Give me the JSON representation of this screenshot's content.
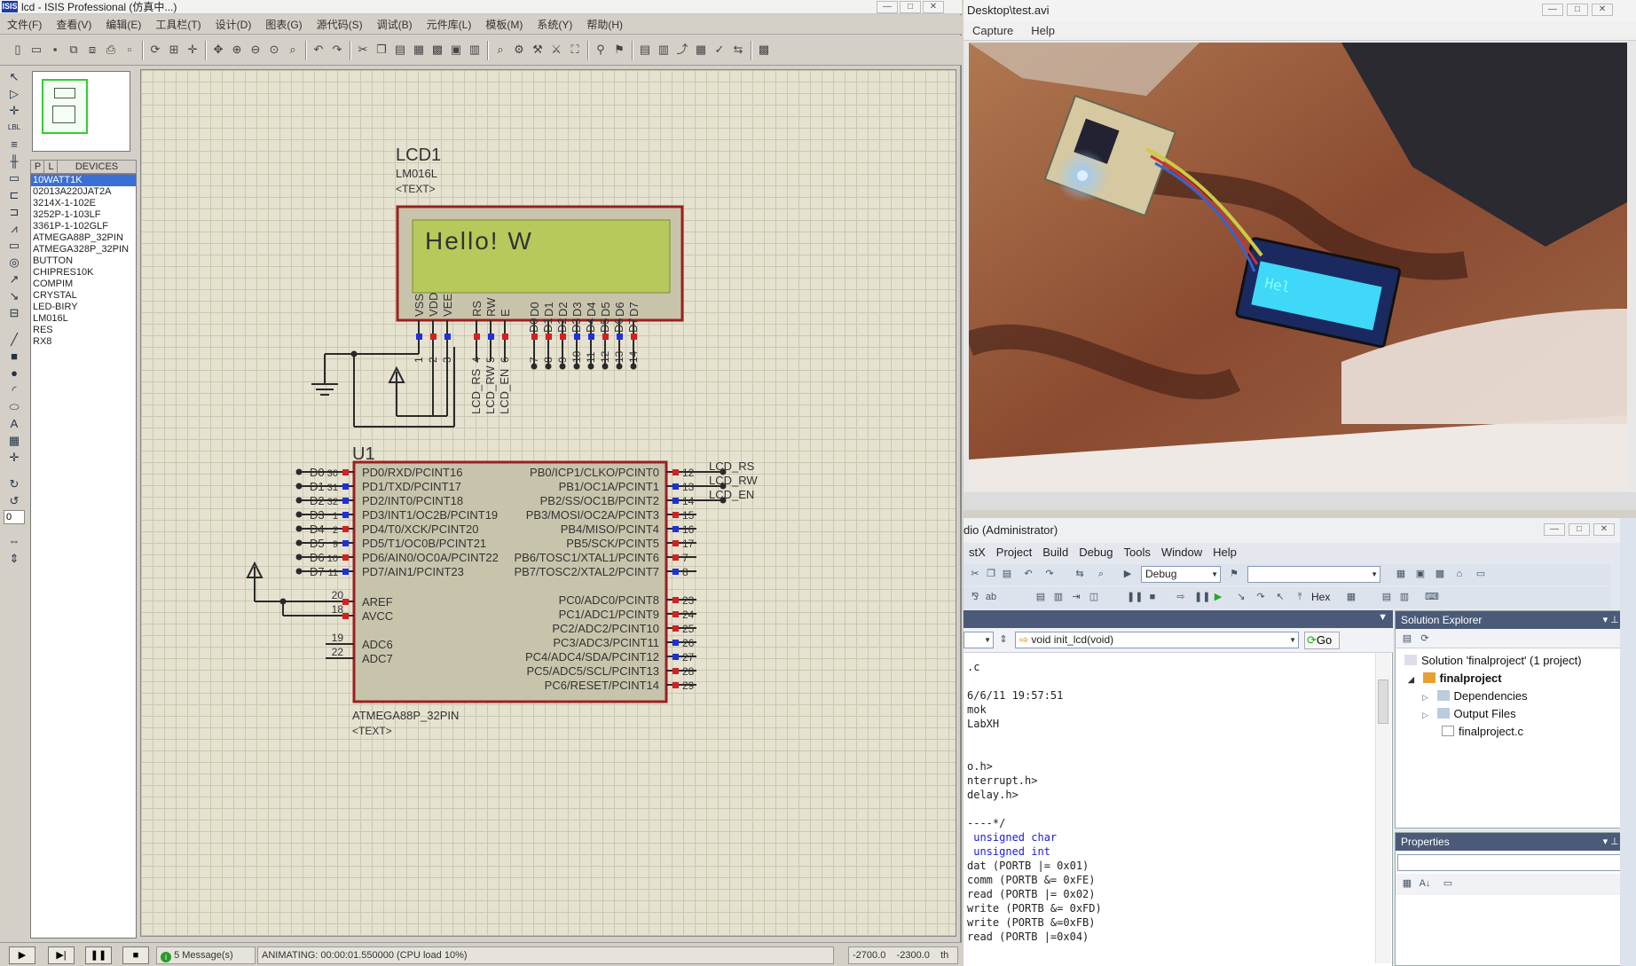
{
  "isis": {
    "title": "lcd - ISIS Professional (仿真中...)",
    "menu": [
      "文件(F)",
      "查看(V)",
      "编辑(E)",
      "工具栏(T)",
      "设计(D)",
      "图表(G)",
      "源代码(S)",
      "调试(B)",
      "元件库(L)",
      "模板(M)",
      "系统(Y)",
      "帮助(H)"
    ],
    "device_tabs": {
      "p": "P",
      "l": "L",
      "devices": "DEVICES"
    },
    "devices": [
      "10WATT1K",
      "02013A220JAT2A",
      "3214X-1-102E",
      "3252P-1-103LF",
      "3361P-1-102GLF",
      "ATMEGA88P_32PIN",
      "ATMEGA328P_32PIN",
      "BUTTON",
      "CHIPRES10K",
      "COMPIM",
      "CRYSTAL",
      "LED-BIRY",
      "LM016L",
      "RES",
      "RX8"
    ],
    "rotation_value": "0",
    "status": {
      "messages": "5 Message(s)",
      "animating": "ANIMATING: 00:00:01.550000 (CPU load 10%)",
      "coord_x": "-2700.0",
      "coord_y": "-2300.0",
      "unit": "th"
    },
    "schematic": {
      "lcd_ref": "LCD1",
      "lcd_part": "LM016L",
      "lcd_text_placeholder": "<TEXT>",
      "lcd_display": "Hello! W",
      "lcd_pins": [
        "VSS",
        "VDD",
        "VEE",
        "RS",
        "RW",
        "E",
        "D0",
        "D1",
        "D2",
        "D3",
        "D4",
        "D5",
        "D6",
        "D7"
      ],
      "lcd_pin_nums": [
        "1",
        "2",
        "3",
        "4",
        "5",
        "6",
        "7",
        "8",
        "9",
        "10",
        "11",
        "12",
        "13",
        "14"
      ],
      "lcd_nets": [
        "LCD_RS",
        "LCD_RW",
        "LCD_EN",
        "D0",
        "D1",
        "D2",
        "D3",
        "D4",
        "D5",
        "D6",
        "D7"
      ],
      "mcu_ref": "U1",
      "mcu_part": "ATMEGA88P_32PIN",
      "mcu_text_placeholder": "<TEXT>",
      "mcu_left_pins": [
        "PD0/RXD/PCINT16",
        "PD1/TXD/PCINT17",
        "PD2/INT0/PCINT18",
        "PD3/INT1/OC2B/PCINT19",
        "PD4/T0/XCK/PCINT20",
        "PD5/T1/OC0B/PCINT21",
        "PD6/AIN0/OC0A/PCINT22",
        "PD7/AIN1/PCINT23"
      ],
      "mcu_left_nets": [
        "D0",
        "D1",
        "D2",
        "D3",
        "D4",
        "D5",
        "D6",
        "D7"
      ],
      "mcu_left_nums": [
        "30",
        "31",
        "32",
        "1",
        "2",
        "9",
        "10",
        "11"
      ],
      "mcu_analog_pins": [
        "AREF",
        "AVCC",
        "ADC6",
        "ADC7"
      ],
      "mcu_analog_nums": [
        "20",
        "18",
        "19",
        "22"
      ],
      "mcu_right_pins": [
        "PB0/ICP1/CLKO/PCINT0",
        "PB1/OC1A/PCINT1",
        "PB2/SS/OC1B/PCINT2",
        "PB3/MOSI/OC2A/PCINT3",
        "PB4/MISO/PCINT4",
        "PB5/SCK/PCINT5",
        "PB6/TOSC1/XTAL1/PCINT6",
        "PB7/TOSC2/XTAL2/PCINT7",
        "PC0/ADC0/PCINT8",
        "PC1/ADC1/PCINT9",
        "PC2/ADC2/PCINT10",
        "PC3/ADC3/PCINT11",
        "PC4/ADC4/SDA/PCINT12",
        "PC5/ADC5/SCL/PCINT13",
        "PC6/RESET/PCINT14"
      ],
      "mcu_right_nums": [
        "12",
        "13",
        "14",
        "15",
        "16",
        "17",
        "7",
        "8",
        "23",
        "24",
        "25",
        "26",
        "27",
        "28",
        "29"
      ],
      "mcu_right_nets": [
        "LCD_RS",
        "LCD_RW",
        "LCD_EN"
      ]
    }
  },
  "video": {
    "title": "Desktop\\test.avi",
    "menu": [
      "Capture",
      "Help"
    ],
    "lcd_text": "Hel"
  },
  "vs": {
    "title": "dio (Administrator)",
    "menu": [
      "stX",
      "Project",
      "Build",
      "Debug",
      "Tools",
      "Window",
      "Help"
    ],
    "config": "Debug",
    "hex_label": "Hex",
    "function_combo": "void init_lcd(void)",
    "go_label": "Go",
    "code_lines": [
      ".c",
      "",
      "6/6/11 19:57:51",
      "mok",
      "LabXH",
      "",
      "",
      "o.h>",
      "nterrupt.h>",
      "delay.h>",
      "",
      "----*/",
      " unsigned char",
      " unsigned int",
      "dat (PORTB |= 0x01)",
      "comm (PORTB &= 0xFE)",
      "read (PORTB |= 0x02)",
      "write (PORTB &= 0xFD)",
      "write (PORTB &=0xFB)",
      "read (PORTB |=0x04)"
    ],
    "solution_explorer": {
      "title": "Solution Explorer",
      "solution": "Solution 'finalproject' (1 project)",
      "project": "finalproject",
      "items": [
        "Dependencies",
        "Output Files",
        "finalproject.c"
      ]
    },
    "properties": {
      "title": "Properties"
    }
  },
  "colors": {
    "lcd_green": "#b7c95a",
    "lcd_frame": "#9a2020",
    "wire": "#2a2a2a",
    "pin_red": "#d42020",
    "pin_blue": "#2030d8",
    "vs_header": "#4a5a78"
  }
}
